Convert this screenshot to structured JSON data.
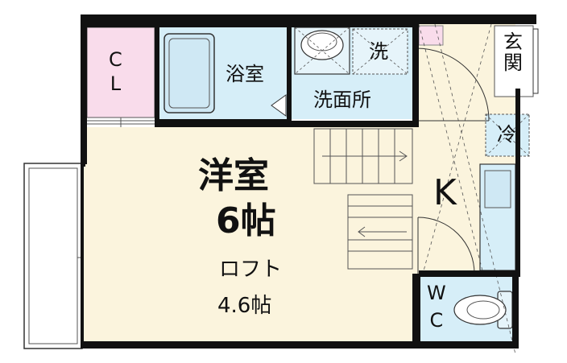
{
  "floorplan": {
    "rooms": {
      "western_room": {
        "name": "洋室",
        "size": "6帖"
      },
      "loft": {
        "name": "ロフト",
        "size": "4.6帖"
      },
      "closet": {
        "char1": "C",
        "char2": "L"
      },
      "bathroom": {
        "name": "浴室"
      },
      "washroom": {
        "name": "洗面所"
      },
      "washer": {
        "name": "洗"
      },
      "kitchen": {
        "name": "K"
      },
      "entrance": {
        "char1": "玄",
        "char2": "関"
      },
      "fridge": {
        "name": "冷"
      },
      "toilet": {
        "char1": "W",
        "char2": "C"
      }
    },
    "colors": {
      "room_fill": "#fbf4dd",
      "wet_fill": "#d6eef8",
      "closet_fill": "#f9dceb",
      "wall": "#111111",
      "line": "#333333"
    }
  }
}
